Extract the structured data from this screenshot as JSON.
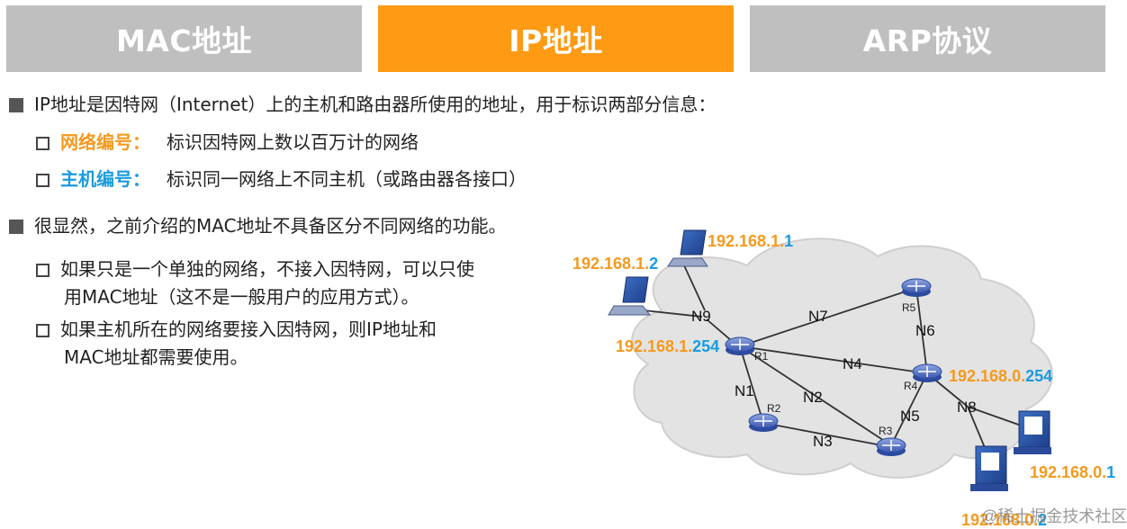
{
  "tabs": [
    {
      "label": "MAC地址",
      "active": false
    },
    {
      "label": "IP地址",
      "active": true
    },
    {
      "label": "ARP协议",
      "active": false
    }
  ],
  "colors": {
    "active_tab": "#ff9a14",
    "inactive_tab": "#bfbfbf",
    "orange": "#f59a1e",
    "blue": "#1a9be0"
  },
  "content": {
    "b1": "IP地址是因特网（Internet）上的主机和路由器所使用的地址，用于标识两部分信息：",
    "b1_sub1_term": "网络编号：",
    "b1_sub1_text": "标识因特网上数以百万计的网络",
    "b1_sub2_term": "主机编号：",
    "b1_sub2_text": "标识同一网络上不同主机（或路由器各接口）",
    "b2": "很显然，之前介绍的MAC地址不具备区分不同网络的功能。",
    "b2_sub1_line1": "如果只是一个单独的网络，不接入因特网，可以只使",
    "b2_sub1_line2": "用MAC地址（这不是一般用户的应用方式）。",
    "b2_sub2_line1": "如果主机所在的网络要接入因特网，则IP地址和",
    "b2_sub2_line2": "MAC地址都需要使用。"
  },
  "diagram": {
    "networks": [
      "N1",
      "N2",
      "N3",
      "N4",
      "N5",
      "N6",
      "N7",
      "N8",
      "N9"
    ],
    "routers": [
      "R1",
      "R2",
      "R3",
      "R4",
      "R5"
    ],
    "ip1": {
      "net": "192.168.1.",
      "host": "1"
    },
    "ip2": {
      "net": "192.168.1.",
      "host": "2"
    },
    "ip3": {
      "net": "192.168.1.",
      "host": "254"
    },
    "ip4": {
      "net": "192.168.0.",
      "host": "254"
    },
    "ip5": {
      "net": "192.168.0.",
      "host": "1"
    },
    "ip6": {
      "net": "192.168.0.",
      "host": "2"
    }
  },
  "watermark": "@稀土掘金技术社区"
}
